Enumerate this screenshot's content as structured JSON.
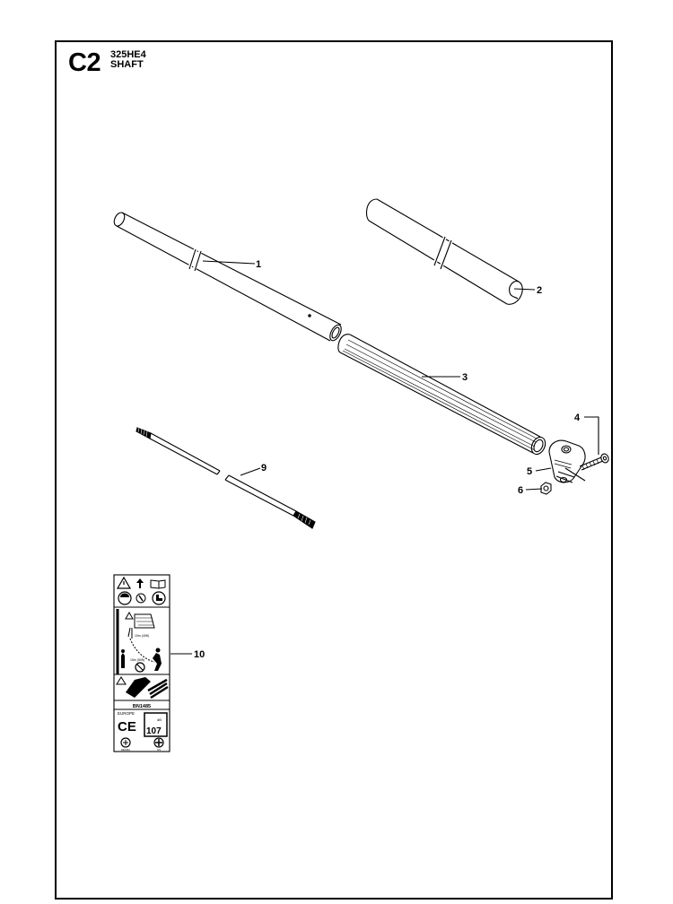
{
  "header": {
    "section_code": "C2",
    "model": "325HE4",
    "title": "SHAFT"
  },
  "callouts": {
    "p1": "1",
    "p2": "2",
    "p3": "3",
    "p4": "4",
    "p5": "5",
    "p6": "6",
    "p9": "9",
    "p10": "10"
  },
  "decal": {
    "model_code": "BN1485",
    "region": "EUROPE",
    "ce_mark": "CE",
    "sound_level": "107",
    "sound_unit": "dB",
    "distance_label": "10m (40ft)",
    "distance_label_2": "15m (50ft)",
    "cert_left": "DEKRA",
    "cert_right": "GS"
  },
  "colors": {
    "line": "#000000",
    "background": "#ffffff"
  }
}
